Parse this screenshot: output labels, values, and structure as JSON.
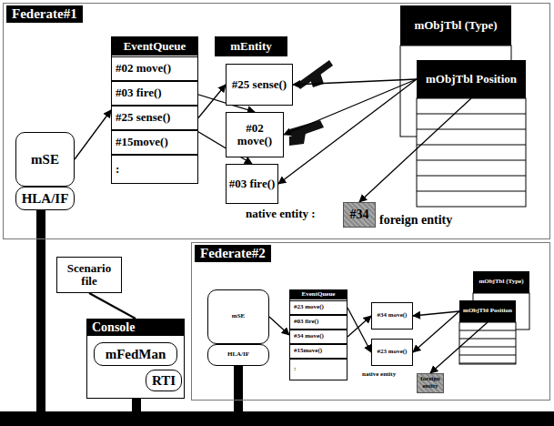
{
  "diagram": {
    "nodes": [
      {
        "text": [
          "Federate#1"
        ]
      },
      {
        "text": [
          "mSE"
        ],
        "in": 0
      },
      {
        "text": [
          "HLA/IF"
        ],
        "in": 0
      },
      {
        "text": [
          "EventQueue"
        ],
        "in": 0
      },
      {
        "text": [
          "#02 move()"
        ],
        "in": 3
      },
      {
        "text": [
          "#03 fire()"
        ],
        "in": 3
      },
      {
        "text": [
          "#25 sense()"
        ],
        "in": 3
      },
      {
        "text": [
          "#15move()"
        ],
        "in": 3
      },
      {
        "text": [
          ":"
        ],
        "in": 3
      },
      {
        "text": [
          "mEntity"
        ],
        "in": 0
      },
      {
        "text": [
          "#25 sense()"
        ],
        "in": 0
      },
      {
        "text": [
          "#02 move()"
        ],
        "in": 0
      },
      {
        "text": [
          "#03 fire()"
        ],
        "in": 0
      },
      {
        "text": [
          "mObjTbl (Type)"
        ],
        "in": 0
      },
      {
        "text": [
          "mObjTbl Position"
        ],
        "in": 0
      },
      {
        "text": [
          "#34",
          "foreign entity"
        ],
        "in": 0
      },
      {
        "text": [
          "Scenario file"
        ]
      },
      {
        "text": [
          "Console"
        ]
      },
      {
        "text": [
          "mFedMan"
        ],
        "in": 17
      },
      {
        "text": [
          "RTI"
        ],
        "in": 17
      },
      {
        "text": [
          "Federate#2"
        ]
      },
      {
        "text": [
          "mSE"
        ],
        "in": 20
      },
      {
        "text": [
          "HLA/IF"
        ],
        "in": 20
      },
      {
        "text": [
          "EventQueue"
        ],
        "in": 20
      },
      {
        "text": [
          "#23 move()"
        ],
        "in": 23
      },
      {
        "text": [
          "#03 fire()"
        ],
        "in": 23
      },
      {
        "text": [
          "#34 move()"
        ],
        "in": 23
      },
      {
        "text": [
          "#15move()"
        ],
        "in": 23
      },
      {
        "text": [
          ":"
        ],
        "in": 23
      },
      {
        "text": [
          "#34 move()"
        ],
        "in": 20
      },
      {
        "text": [
          "#23 move()"
        ],
        "in": 20
      },
      {
        "text": [
          "mObjTbl (Type)"
        ],
        "in": 20
      },
      {
        "text": [
          "mObjTbl Position"
        ],
        "in": 20
      },
      {
        "text": [
          "foreign entity"
        ],
        "in": 20
      }
    ],
    "edges": [
      {
        "from": 1,
        "to": 3,
        "arrow": "to"
      },
      {
        "from": 4,
        "to": 11,
        "arrow": "to"
      },
      {
        "from": 5,
        "to": 12,
        "arrow": "to"
      },
      {
        "from": 6,
        "to": 10,
        "arrow": "to"
      },
      {
        "from": 14,
        "to": 10,
        "arrow": "to"
      },
      {
        "from": 14,
        "to": 11,
        "arrow": "to"
      },
      {
        "from": 14,
        "to": 12,
        "arrow": "to"
      },
      {
        "from": 14,
        "to": 15,
        "arrow": "to"
      },
      {
        "from": 16,
        "to": 17,
        "arrow": "none"
      },
      {
        "from": 21,
        "to": 23,
        "arrow": "to"
      },
      {
        "from": 24,
        "to": 30,
        "arrow": "to"
      },
      {
        "from": 26,
        "to": 29,
        "arrow": "to"
      },
      {
        "from": 32,
        "to": 29,
        "arrow": "to"
      },
      {
        "from": 32,
        "to": 30,
        "arrow": "to"
      },
      {
        "from": 32,
        "to": 33,
        "arrow": "to"
      }
    ],
    "labels": [
      "native entity :",
      "native entity"
    ]
  }
}
